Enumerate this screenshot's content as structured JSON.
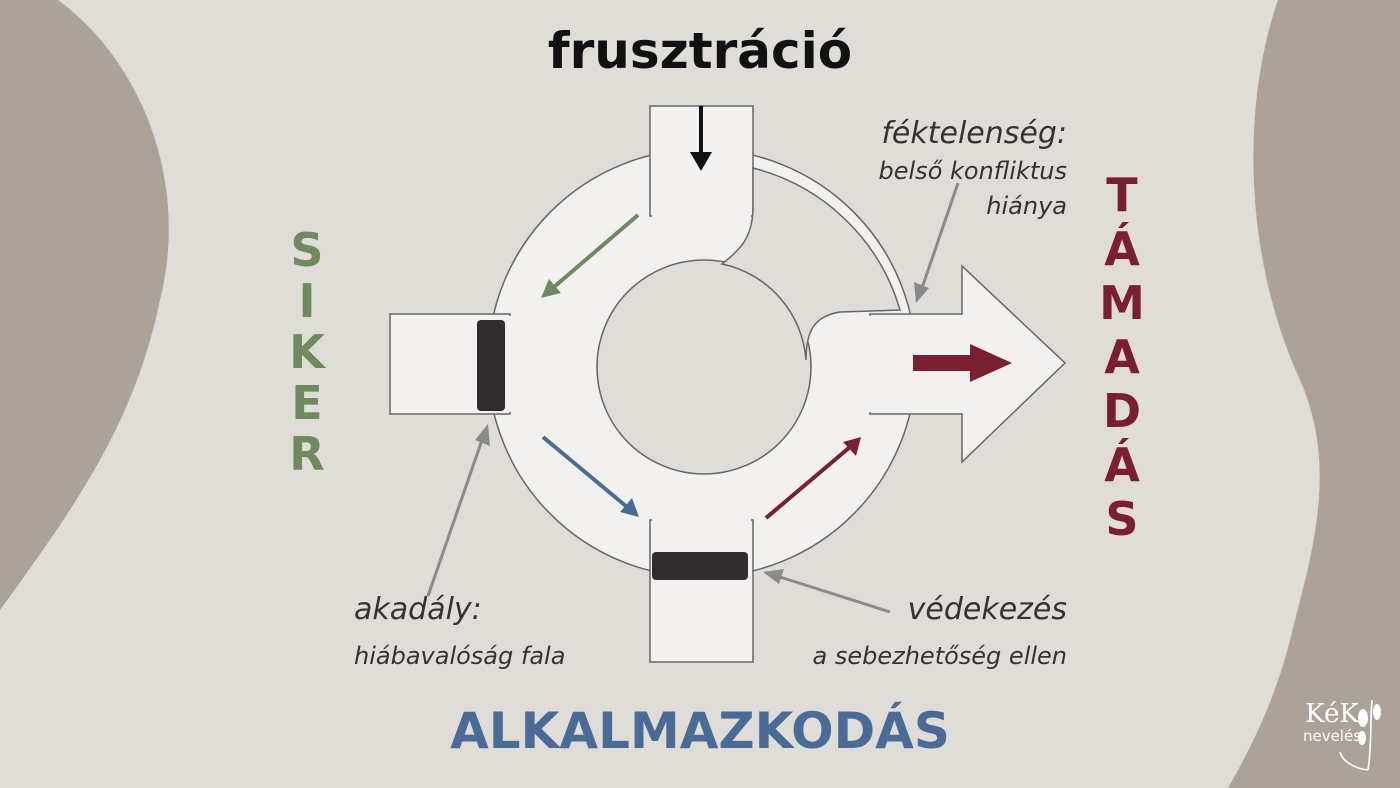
{
  "title": "frusztráció",
  "left_label": [
    "S",
    "I",
    "K",
    "E",
    "R"
  ],
  "right_label": [
    "T",
    "Á",
    "M",
    "A",
    "D",
    "Á",
    "S"
  ],
  "bottom_label": "ALKALMAZKODÁS",
  "notes": {
    "top_right_1": "féktelenség:",
    "top_right_2": "belső konfliktus",
    "top_right_3": "hiánya",
    "bottom_left_1": "akadály:",
    "bottom_left_2": "hiábavalóság fala",
    "bottom_right_1": "védekezés",
    "bottom_right_2": "a sebezhetőség ellen"
  },
  "logo": {
    "line1": "KéK",
    "line2": "nevelés"
  },
  "colors": {
    "background": "#e0dcd8",
    "blob": "#aba39a",
    "road": "#f3f1f0",
    "wall": "#302c2d",
    "siker": "#6f8a5e",
    "tamadas": "#7a1e31",
    "alkalmazkodas": "#4a6b95",
    "pointer": "#8a8a8a"
  }
}
